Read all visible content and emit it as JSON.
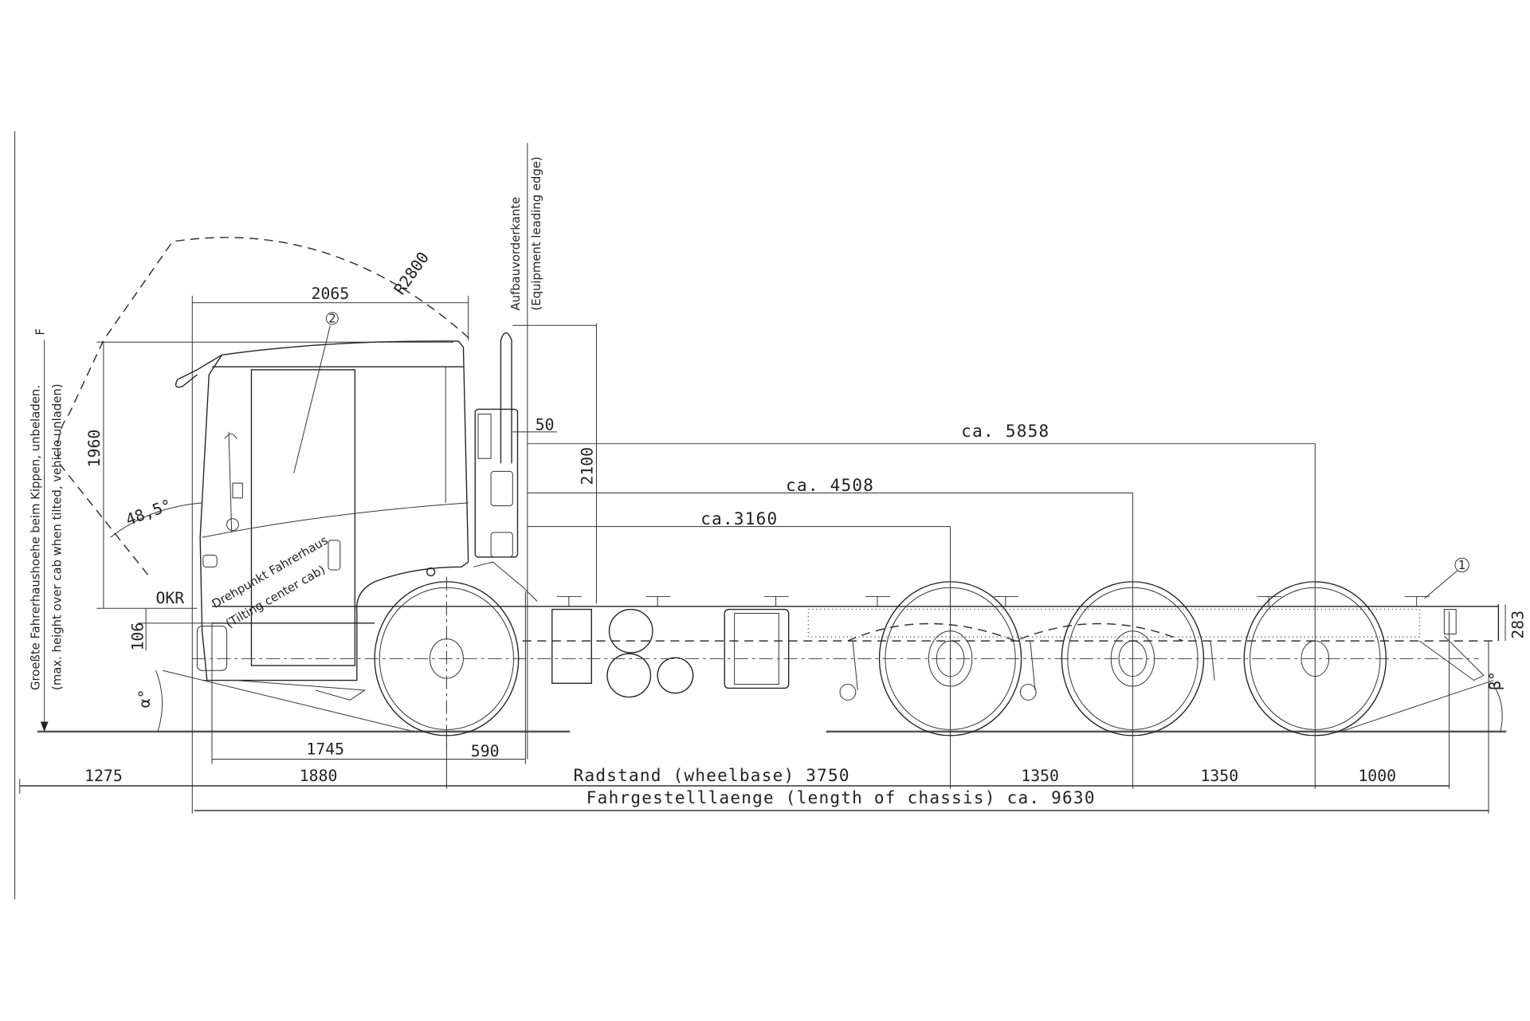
{
  "drawing": {
    "side_label": "F",
    "max_height_de": "Groeßte Fahrerhaushoehe beim Kippen, unbeladen.",
    "max_height_en": "(max. height over cab when tilted, vehicle unladen)",
    "equipment_edge_de": "Aufbauvorderkante",
    "equipment_edge_en": "(Equipment leading edge)",
    "tilt_radius": "R2800",
    "tilt_angle": "48,5°",
    "pivot_de": "Drehpunkt Fahrerhaus",
    "pivot_en": "(Tilting center cab)",
    "okr": "OKR",
    "approach_angle": "α°",
    "departure_angle": "β°",
    "callout_1": "1",
    "callout_2": "2"
  },
  "dimensions": {
    "cab_length": "2065",
    "cab_height": "1960",
    "frame_offset": "106",
    "equipment_gap": "50",
    "exhaust_height": "2100",
    "dist_axle4": "ca. 5858",
    "dist_axle3": "ca. 4508",
    "dist_axle2": "ca.3160",
    "front_to_axle": "1745",
    "axle_to_edge": "590",
    "front_overhang": "1275",
    "cab_to_axle": "1880",
    "wheelbase": "Radstand (wheelbase) 3750",
    "axle_spacing_1": "1350",
    "axle_spacing_2": "1350",
    "rear_overhang": "1000",
    "chassis_length": "Fahrgestelllaenge (length of chassis) ca. 9630",
    "frame_height": "283"
  }
}
